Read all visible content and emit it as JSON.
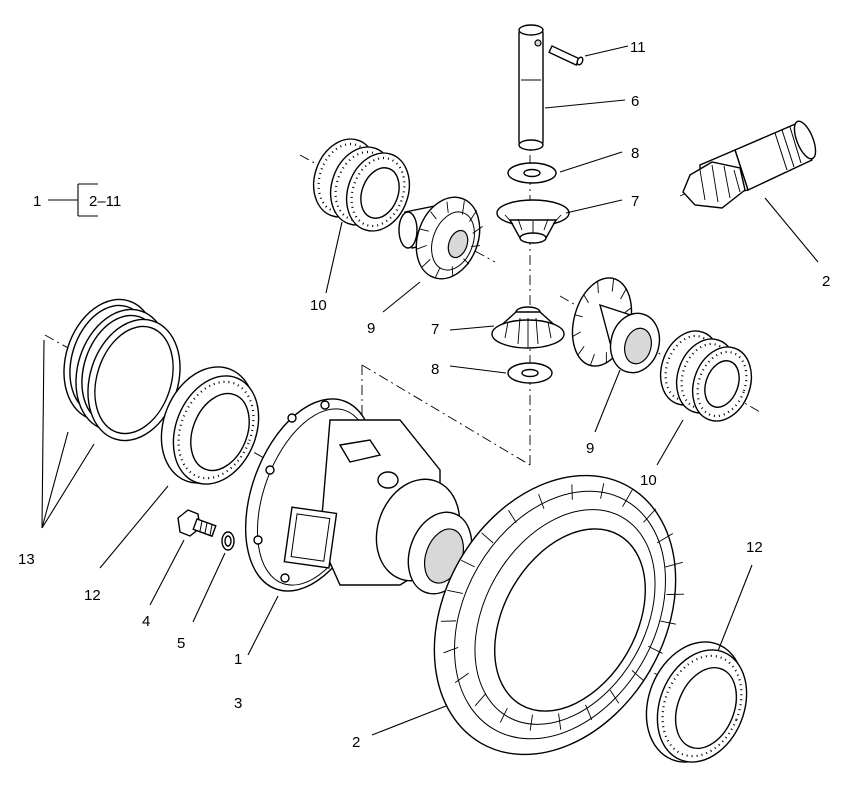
{
  "assembly_key": {
    "parent": "1",
    "range": "2–11"
  },
  "callouts": {
    "ring_gear_upper": "2",
    "ring_gear_lower": "2",
    "case": "1",
    "case_alt": "3",
    "bolt": "4",
    "washer": "5",
    "pinion_shaft": "6",
    "pinion_gear_upper": "7",
    "pinion_gear_lower": "7",
    "thrust_washer_upper": "8",
    "thrust_washer_lower": "8",
    "side_gear_left": "9",
    "side_gear_right": "9",
    "clutch_pack_left": "10",
    "clutch_pack_right": "10",
    "roll_pin": "11",
    "bearing_left": "12",
    "bearing_right": "12",
    "seal_rings": "13"
  },
  "icons": [
    "differential-case",
    "ring-gear",
    "pinion-gear",
    "side-gear",
    "clutch-pack",
    "tapered-bearing",
    "seal-ring",
    "bolt",
    "washer",
    "pinion-shaft",
    "roll-pin"
  ]
}
